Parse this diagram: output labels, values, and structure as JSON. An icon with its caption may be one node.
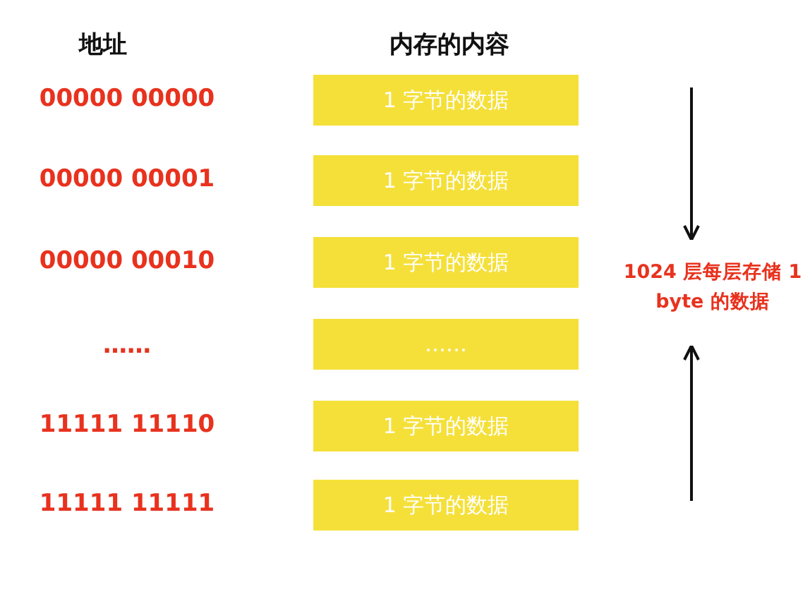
{
  "diagram": {
    "nodes": [
      {
        "text": [
          "1 字节的数据"
        ]
      },
      {
        "text": [
          "1 字节的数据"
        ]
      },
      {
        "text": [
          "1 字节的数据"
        ]
      },
      {
        "text": [
          "……"
        ]
      },
      {
        "text": [
          "1 字节的数据"
        ]
      },
      {
        "text": [
          "1 字节的数据"
        ]
      }
    ],
    "labels": [
      "地址",
      "内存的内容",
      "00000 00000",
      "00000 00001",
      "00000 00010",
      "1024 层每层存储 1 byte 的数据",
      "……",
      "11111 11110",
      "11111 11111"
    ]
  }
}
